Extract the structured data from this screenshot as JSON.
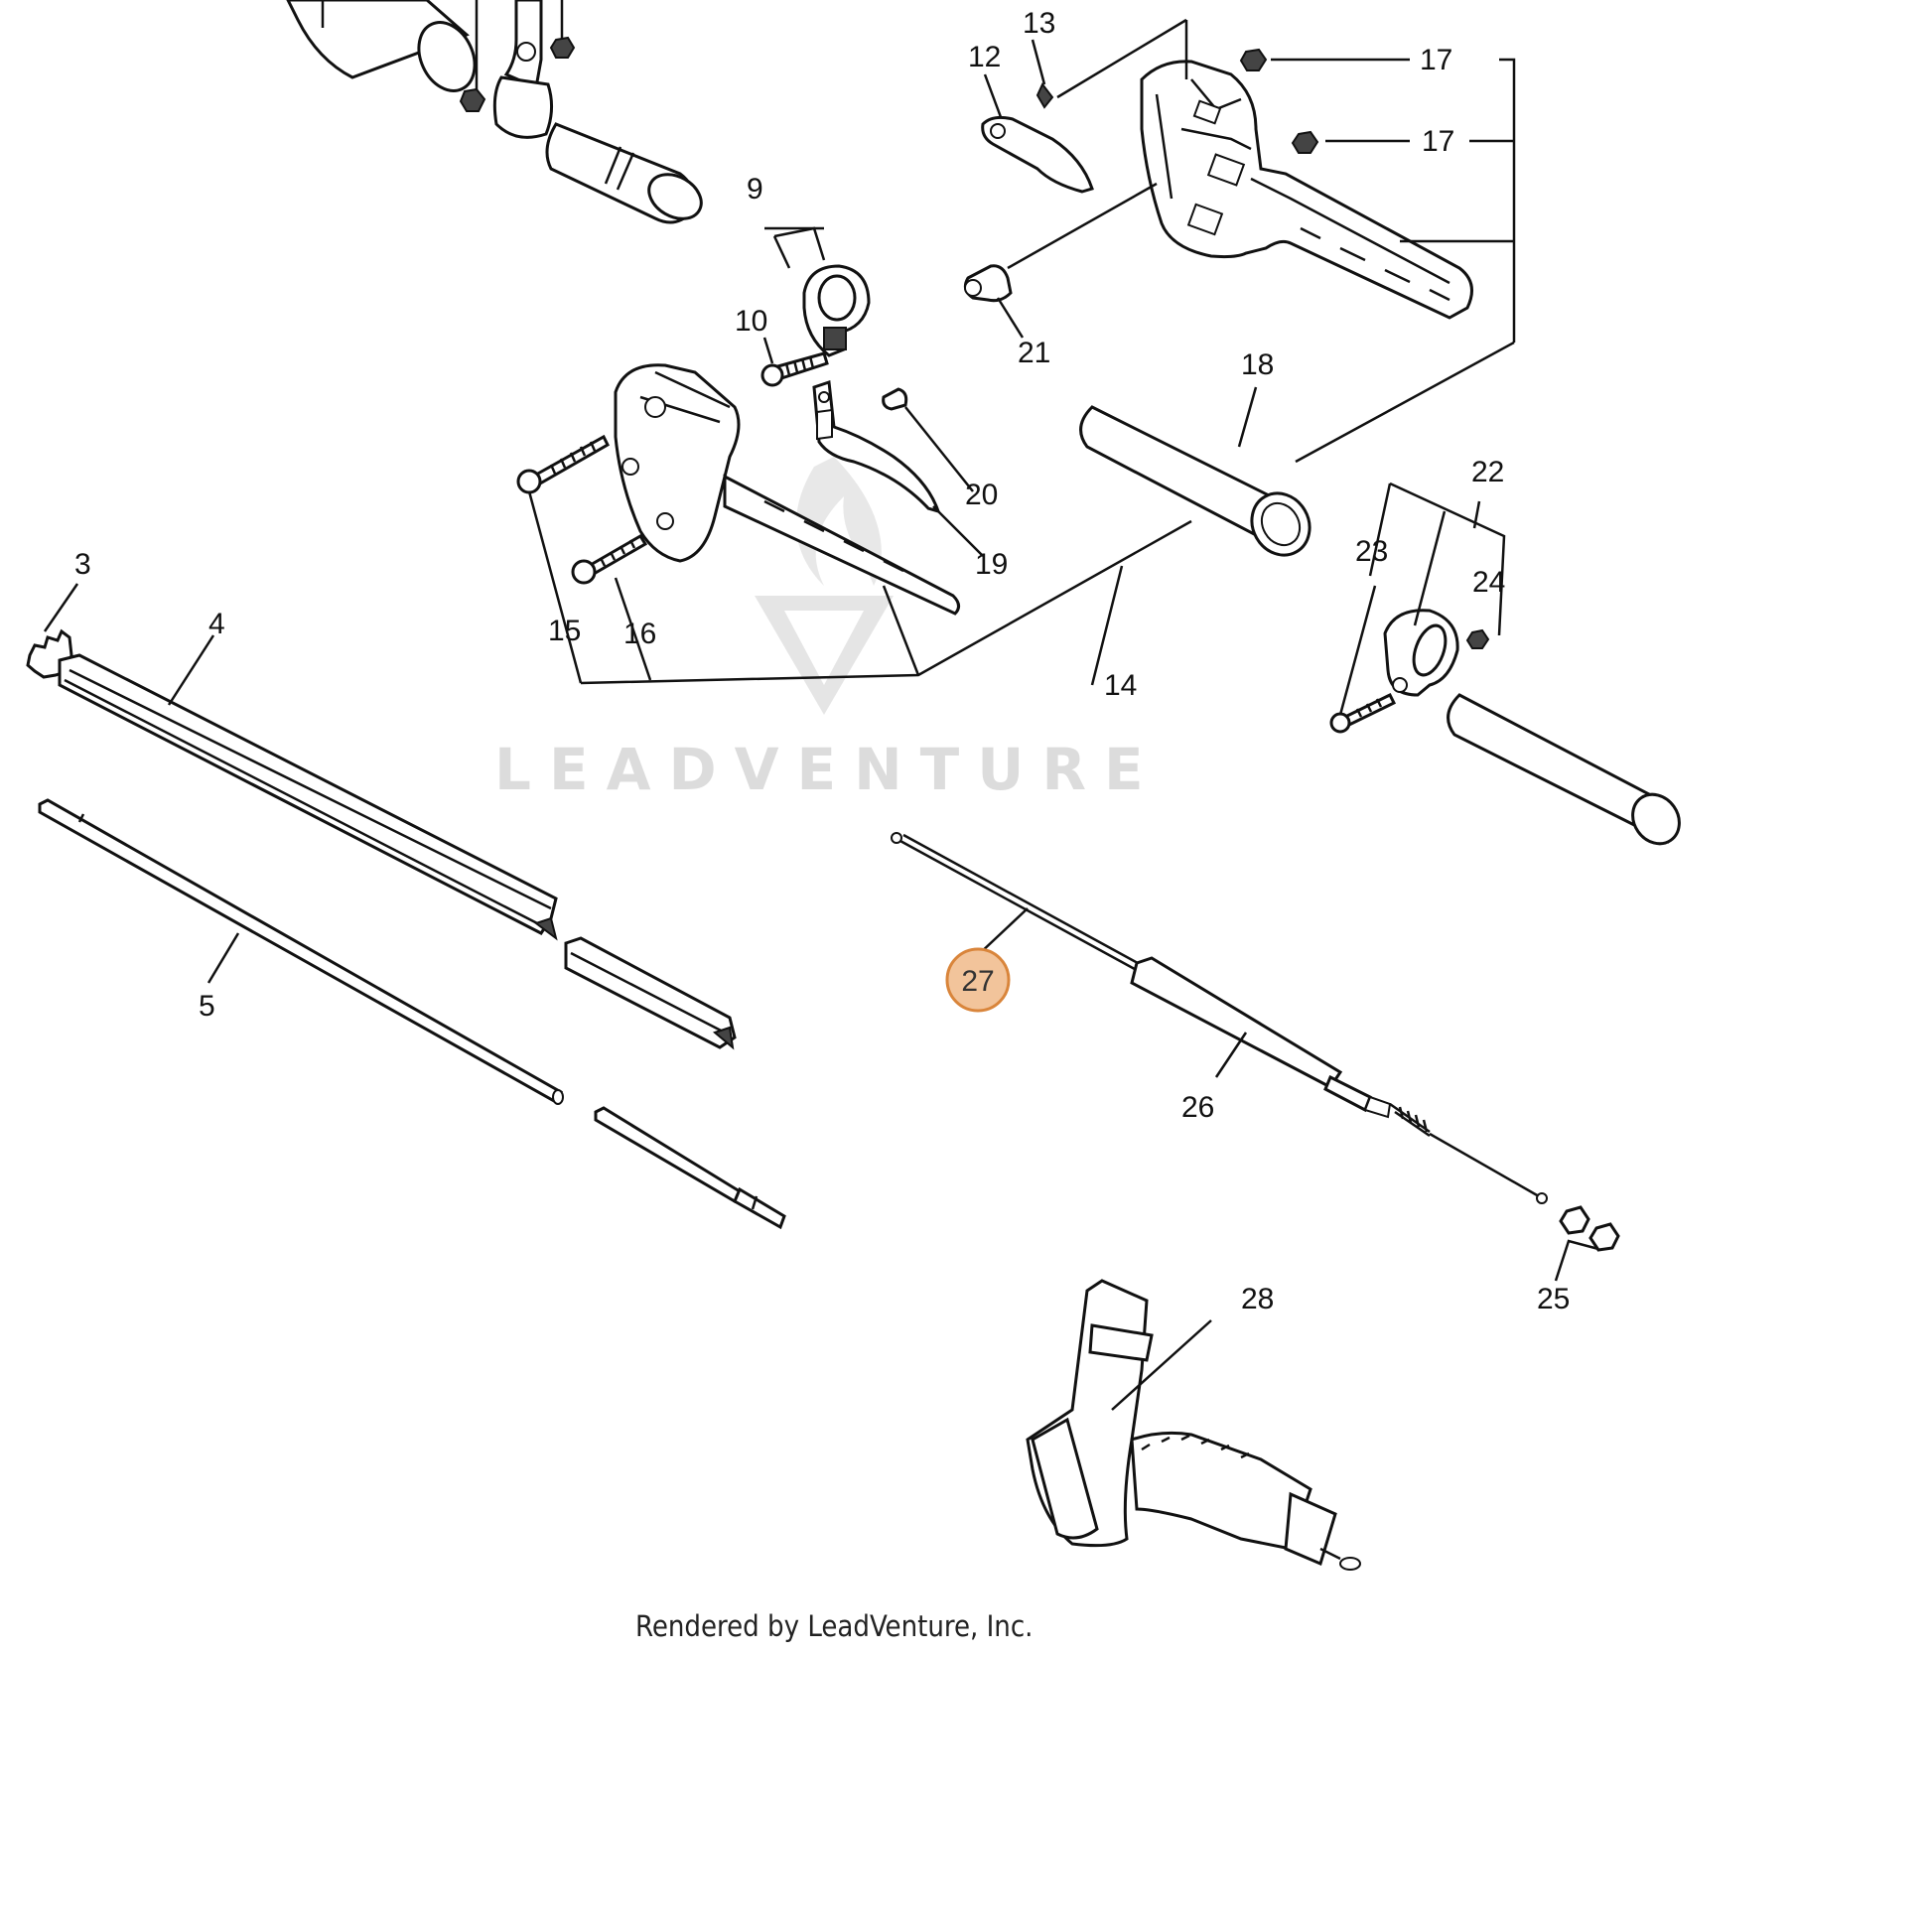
{
  "watermark": {
    "text": "LEADVENTURE"
  },
  "credit": "Rendered by LeadVenture, Inc.",
  "highlight": {
    "label": "27",
    "fill": "#F2C49B",
    "stroke": "#D9853B"
  },
  "labels": {
    "p3": "3",
    "p4": "4",
    "p5": "5",
    "p9": "9",
    "p10": "10",
    "p12": "12",
    "p13": "13",
    "p14": "14",
    "p15": "15",
    "p16": "16",
    "p17a": "17",
    "p17b": "17",
    "p18": "18",
    "p19": "19",
    "p20": "20",
    "p21": "21",
    "p22": "22",
    "p23": "23",
    "p24": "24",
    "p25": "25",
    "p26": "26",
    "p28": "28"
  }
}
